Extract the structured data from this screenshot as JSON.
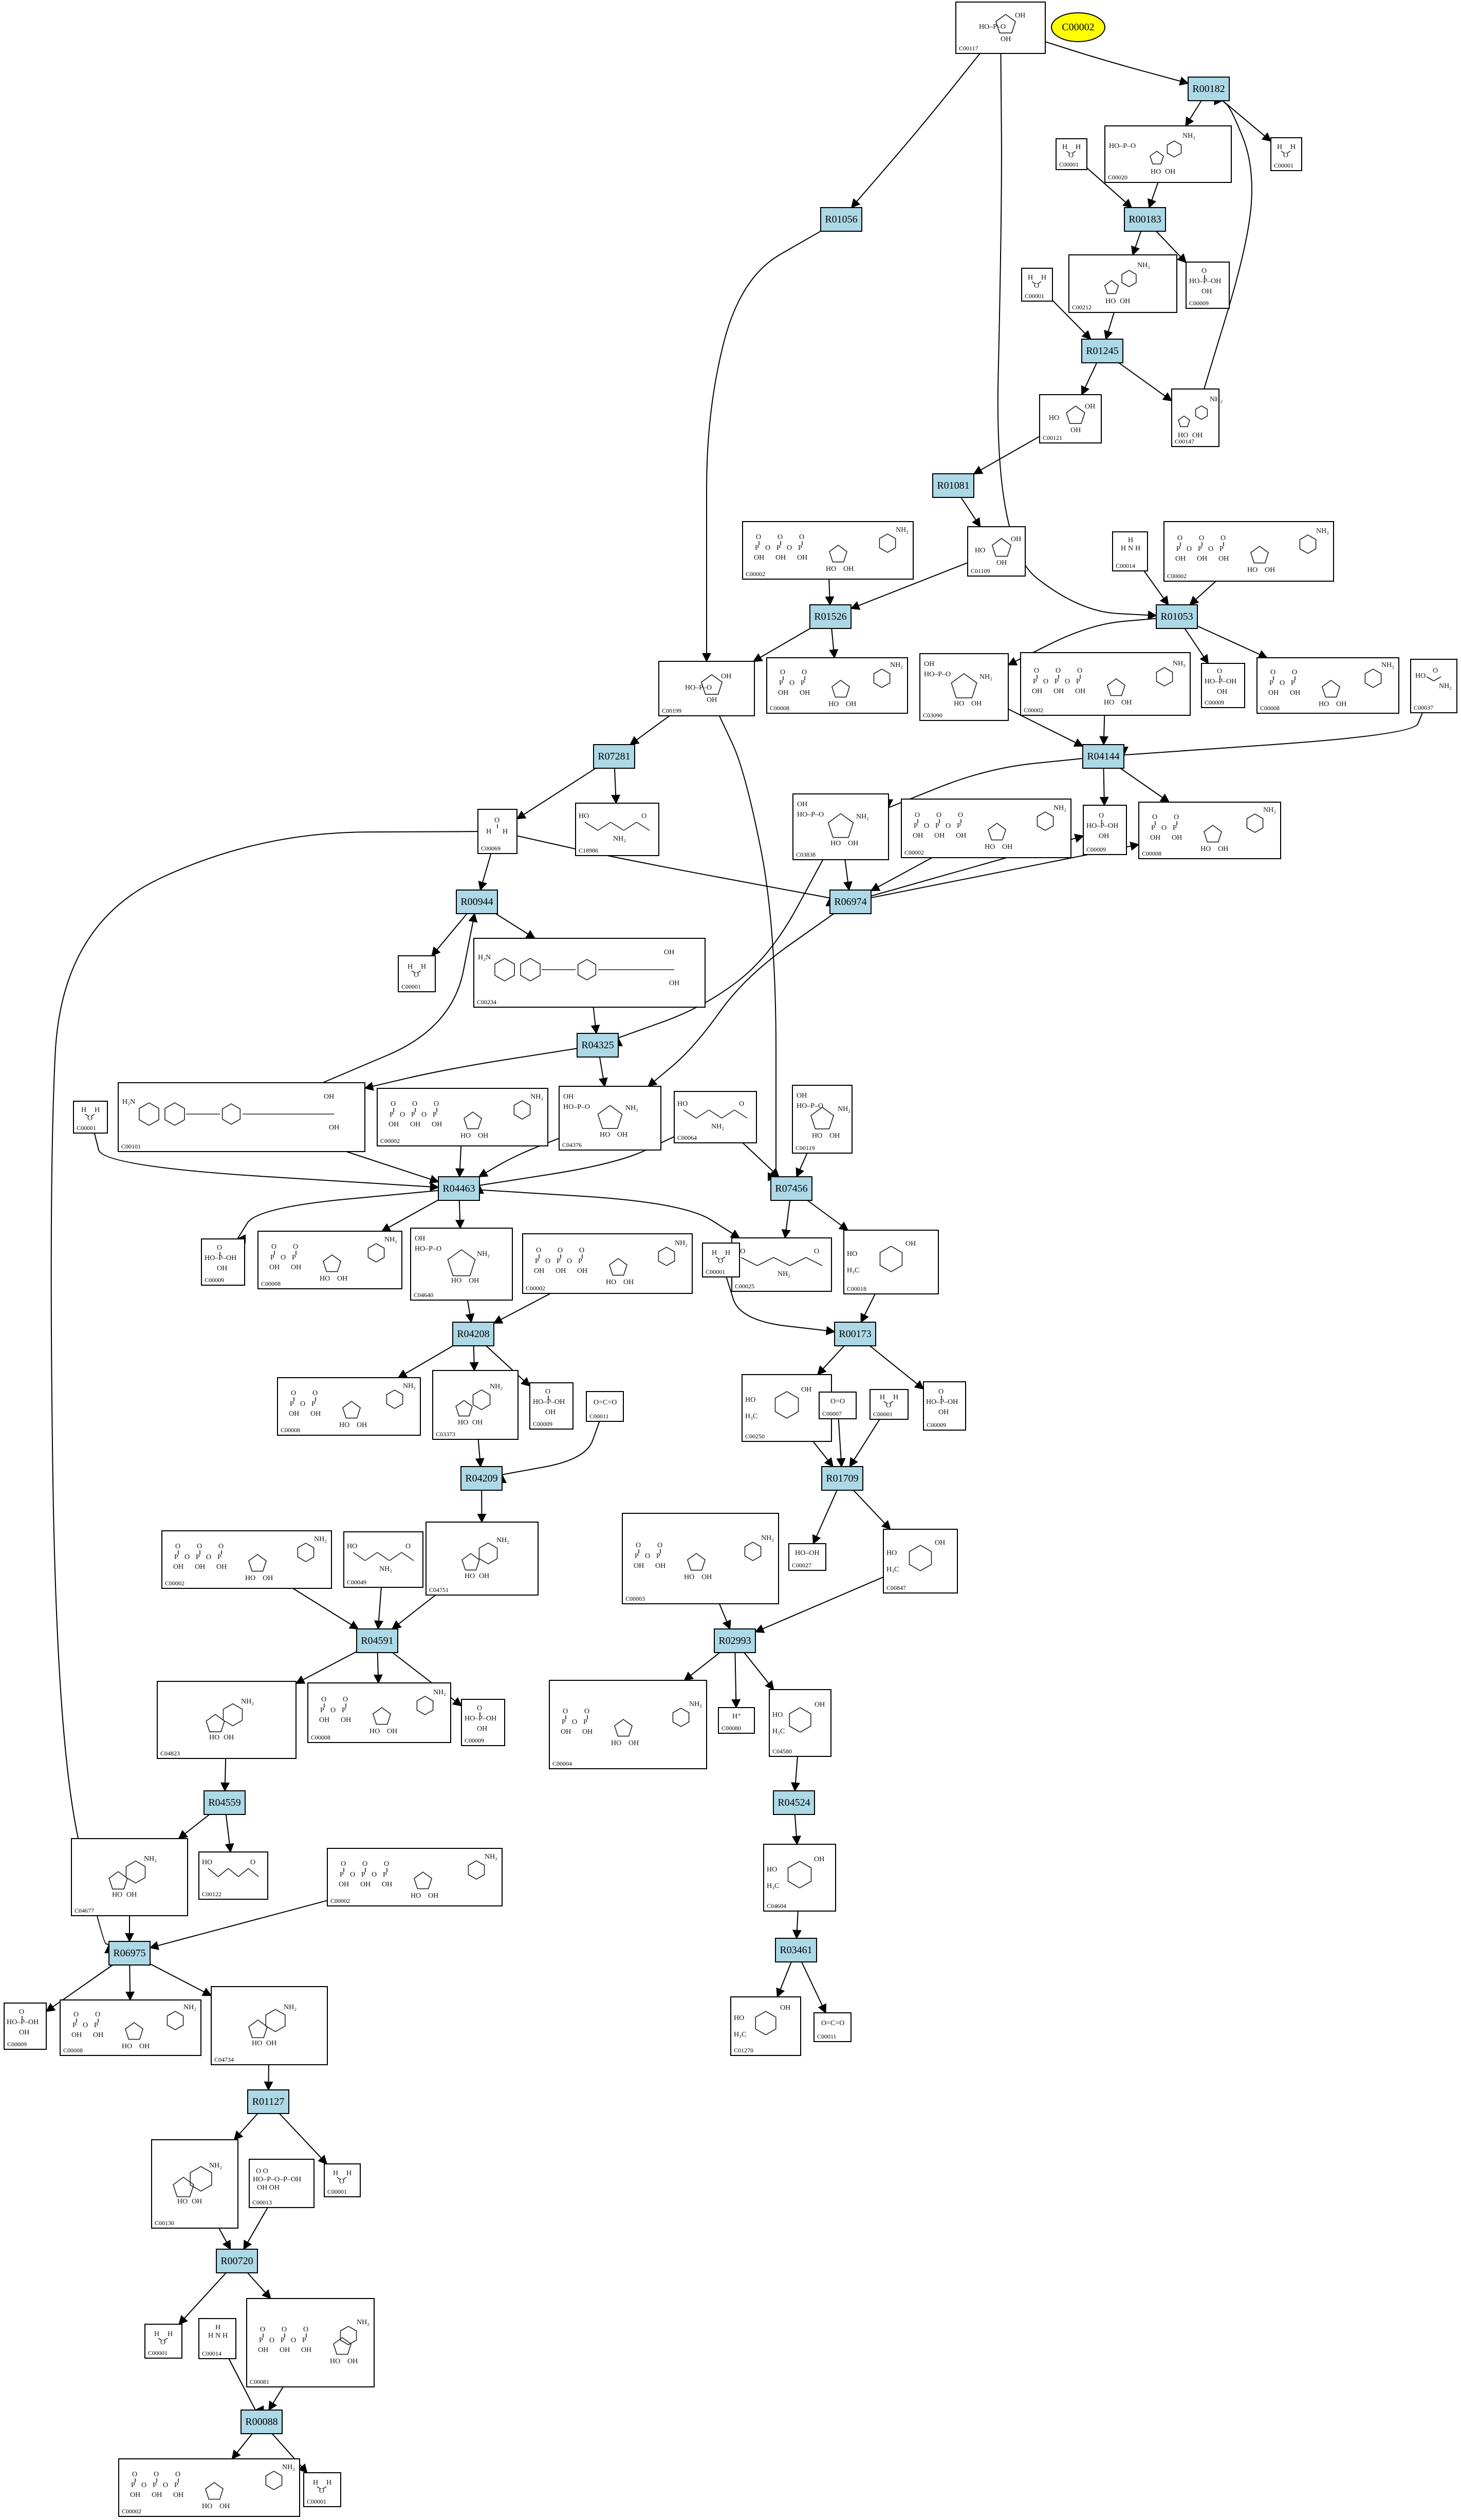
{
  "highlight": {
    "id": "C00002",
    "label": "C00002",
    "color": "#ffff00"
  },
  "colors": {
    "reaction_fill": "#add8e6",
    "compound_fill": "#ffffff",
    "stroke": "#000000",
    "highlight_fill": "#ffff00"
  },
  "reactions": [
    {
      "id": "R00182",
      "label": "R00182"
    },
    {
      "id": "R00183",
      "label": "R00183"
    },
    {
      "id": "R01056",
      "label": "R01056"
    },
    {
      "id": "R01245",
      "label": "R01245"
    },
    {
      "id": "R01081",
      "label": "R01081"
    },
    {
      "id": "R01526",
      "label": "R01526"
    },
    {
      "id": "R01053",
      "label": "R01053"
    },
    {
      "id": "R07281",
      "label": "R07281"
    },
    {
      "id": "R04144",
      "label": "R04144"
    },
    {
      "id": "R00944",
      "label": "R00944"
    },
    {
      "id": "R06974",
      "label": "R06974"
    },
    {
      "id": "R04325",
      "label": "R04325"
    },
    {
      "id": "R04463",
      "label": "R04463"
    },
    {
      "id": "R07456",
      "label": "R07456"
    },
    {
      "id": "R04208",
      "label": "R04208"
    },
    {
      "id": "R00173",
      "label": "R00173"
    },
    {
      "id": "R04209",
      "label": "R04209"
    },
    {
      "id": "R01709",
      "label": "R01709"
    },
    {
      "id": "R04591",
      "label": "R04591"
    },
    {
      "id": "R02993",
      "label": "R02993"
    },
    {
      "id": "R04559",
      "label": "R04559"
    },
    {
      "id": "R04524",
      "label": "R04524"
    },
    {
      "id": "R03461",
      "label": "R03461"
    },
    {
      "id": "R06975",
      "label": "R06975"
    },
    {
      "id": "R01127",
      "label": "R01127"
    },
    {
      "id": "R00720",
      "label": "R00720"
    },
    {
      "id": "R00088",
      "label": "R00088"
    }
  ],
  "compounds": [
    {
      "key": "c117",
      "label": "C00117",
      "kind": "ribose5p"
    },
    {
      "key": "c20",
      "label": "C00020",
      "kind": "amp"
    },
    {
      "key": "c1a",
      "label": "C00001",
      "kind": "water"
    },
    {
      "key": "c1b",
      "label": "C00001",
      "kind": "water"
    },
    {
      "key": "c212",
      "label": "C00212",
      "kind": "adenosine"
    },
    {
      "key": "c9a",
      "label": "C00009",
      "kind": "phosphate"
    },
    {
      "key": "c1c",
      "label": "C00001",
      "kind": "water"
    },
    {
      "key": "c121",
      "label": "C00121",
      "kind": "ribose"
    },
    {
      "key": "c147",
      "label": "C00147",
      "kind": "adenine"
    },
    {
      "key": "c2a",
      "label": "C00002",
      "kind": "atp"
    },
    {
      "key": "c1109",
      "label": "C01109",
      "kind": "ribose"
    },
    {
      "key": "c14a",
      "label": "C00014",
      "kind": "ammonia"
    },
    {
      "key": "c2b",
      "label": "C00002",
      "kind": "atp"
    },
    {
      "key": "c8a",
      "label": "C00008",
      "kind": "adp"
    },
    {
      "key": "c199",
      "label": "C00199",
      "kind": "sugarp"
    },
    {
      "key": "c3090",
      "label": "C03090",
      "kind": "aminoribose"
    },
    {
      "key": "c2c",
      "label": "C00002",
      "kind": "atp"
    },
    {
      "key": "c9b",
      "label": "C00009",
      "kind": "phosphate"
    },
    {
      "key": "c8b",
      "label": "C00008",
      "kind": "adp"
    },
    {
      "key": "c37",
      "label": "C00037",
      "kind": "glycine"
    },
    {
      "key": "c69",
      "label": "C00069",
      "kind": "formaldehyde"
    },
    {
      "key": "c16",
      "label": "C18986",
      "kind": "acid"
    },
    {
      "key": "c3838",
      "label": "C03838",
      "kind": "aminoribose"
    },
    {
      "key": "c2d",
      "label": "C00002",
      "kind": "atp"
    },
    {
      "key": "c9c",
      "label": "C00009",
      "kind": "phosphate"
    },
    {
      "key": "c8c",
      "label": "C00008",
      "kind": "adp"
    },
    {
      "key": "c1d",
      "label": "C00001",
      "kind": "water"
    },
    {
      "key": "c234",
      "label": "C00234",
      "kind": "folate"
    },
    {
      "key": "c2e",
      "label": "C00002",
      "kind": "atp"
    },
    {
      "key": "c101",
      "label": "C00101",
      "kind": "folate"
    },
    {
      "key": "c1e",
      "label": "C00001",
      "kind": "water"
    },
    {
      "key": "c4376",
      "label": "C04376",
      "kind": "aminoribose"
    },
    {
      "key": "c64",
      "label": "C00064",
      "kind": "glutamine"
    },
    {
      "key": "c119",
      "label": "C00119",
      "kind": "prpp"
    },
    {
      "key": "c9d",
      "label": "C00009",
      "kind": "phosphate"
    },
    {
      "key": "c8d",
      "label": "C00008",
      "kind": "adp"
    },
    {
      "key": "c4640",
      "label": "C04640",
      "kind": "aminoribose"
    },
    {
      "key": "c25",
      "label": "C00025",
      "kind": "glutamate"
    },
    {
      "key": "c1f",
      "label": "C00001",
      "kind": "water"
    },
    {
      "key": "c18",
      "label": "C00018",
      "kind": "pyridoxalp"
    },
    {
      "key": "c2f",
      "label": "C00002",
      "kind": "atp"
    },
    {
      "key": "c8e",
      "label": "C00008",
      "kind": "adp"
    },
    {
      "key": "c3373",
      "label": "C03373",
      "kind": "imidazole"
    },
    {
      "key": "c9e",
      "label": "C00009",
      "kind": "phosphate"
    },
    {
      "key": "c11",
      "label": "C00011",
      "kind": "co2"
    },
    {
      "key": "c250",
      "label": "C00250",
      "kind": "pyridine"
    },
    {
      "key": "c7",
      "label": "C00007",
      "kind": "oxygen"
    },
    {
      "key": "c1g",
      "label": "C00001",
      "kind": "water"
    },
    {
      "key": "c9f",
      "label": "C00009",
      "kind": "phosphate"
    },
    {
      "key": "c4751",
      "label": "C04751",
      "kind": "imidazole"
    },
    {
      "key": "c2g",
      "label": "C00002",
      "kind": "atp"
    },
    {
      "key": "c49",
      "label": "C00049",
      "kind": "aspartate"
    },
    {
      "key": "c27",
      "label": "C00027",
      "kind": "peroxide"
    },
    {
      "key": "c3",
      "label": "C00003",
      "kind": "nad"
    },
    {
      "key": "c847",
      "label": "C00847",
      "kind": "pyridine"
    },
    {
      "key": "c4823",
      "label": "C04823",
      "kind": "imidazole"
    },
    {
      "key": "c8f",
      "label": "C00008",
      "kind": "adp"
    },
    {
      "key": "c9g",
      "label": "C00009",
      "kind": "phosphate"
    },
    {
      "key": "c4",
      "label": "C00004",
      "kind": "nad"
    },
    {
      "key": "c80",
      "label": "C00080",
      "kind": "proton"
    },
    {
      "key": "c4580",
      "label": "C04580",
      "kind": "pyridine"
    },
    {
      "key": "c4677",
      "label": "C04677",
      "kind": "imidazole"
    },
    {
      "key": "c122",
      "label": "C00122",
      "kind": "fumarate"
    },
    {
      "key": "c2h",
      "label": "C00002",
      "kind": "atp"
    },
    {
      "key": "c4604",
      "label": "C04604",
      "kind": "pyridine"
    },
    {
      "key": "c9h",
      "label": "C00009",
      "kind": "phosphate"
    },
    {
      "key": "c8g",
      "label": "C00008",
      "kind": "adp"
    },
    {
      "key": "c4734",
      "label": "C04734",
      "kind": "imidazole"
    },
    {
      "key": "c1270",
      "label": "C01270",
      "kind": "pyridine"
    },
    {
      "key": "c11b",
      "label": "C00011",
      "kind": "co2"
    },
    {
      "key": "c130",
      "label": "C00130",
      "kind": "imp"
    },
    {
      "key": "c13",
      "label": "C00013",
      "kind": "ppi"
    },
    {
      "key": "c1h",
      "label": "C00001",
      "kind": "water"
    },
    {
      "key": "c1i",
      "label": "C00001",
      "kind": "water"
    },
    {
      "key": "c14b",
      "label": "C00014",
      "kind": "ammonia"
    },
    {
      "key": "c81",
      "label": "C00081",
      "kind": "itp"
    },
    {
      "key": "c2i",
      "label": "C00002",
      "kind": "atp"
    },
    {
      "key": "c1j",
      "label": "C00001",
      "kind": "water"
    }
  ]
}
